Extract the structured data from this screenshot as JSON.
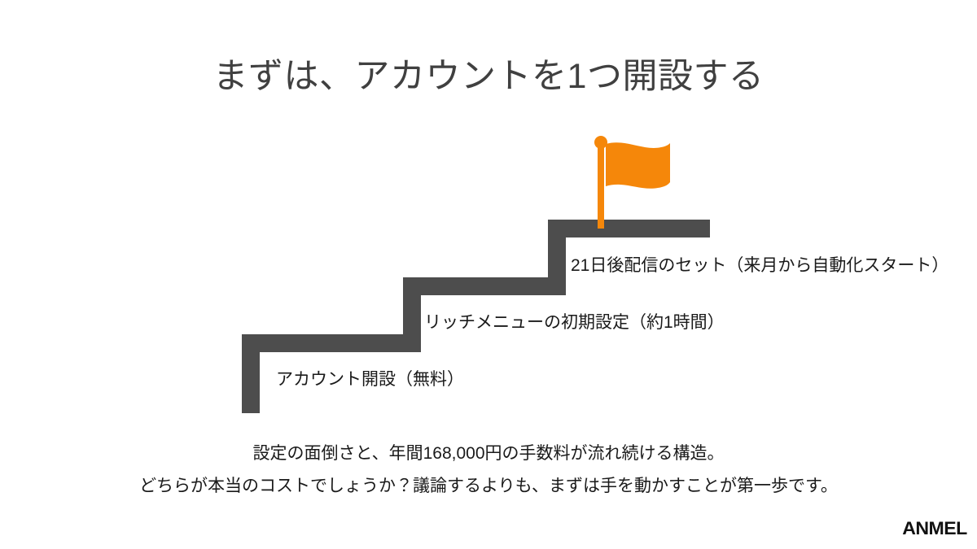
{
  "slide": {
    "background_color": "#FFFFFF",
    "title": "まずは、アカウントを1つ開設する",
    "title_color": "#404040"
  },
  "staircase": {
    "stroke_color": "#4D4D4D",
    "stroke_width": 22,
    "steps": [
      {
        "index": 1,
        "label": "アカウント開設（無料）",
        "label_color": "#1A1A1A"
      },
      {
        "index": 2,
        "label": "リッチメニューの初期設定（約1時間）",
        "label_color": "#1A1A1A"
      },
      {
        "index": 3,
        "label": "21日後配信のセット（来月から自動化スタート）",
        "label_color": "#1A1A1A"
      }
    ]
  },
  "flag": {
    "color": "#F5870A",
    "pole_color": "#F5870A",
    "icon": "goal-flag-icon"
  },
  "footer": {
    "line1": "設定の面倒さと、年間168,000円の手数料が流れ続ける構造。",
    "line2": "どちらが本当のコストでしょうか？議論するよりも、まずは手を動かすことが第一歩です。",
    "color": "#1A1A1A"
  },
  "brand": {
    "logo_text": "ANMEL",
    "logo_color": "#111111"
  }
}
